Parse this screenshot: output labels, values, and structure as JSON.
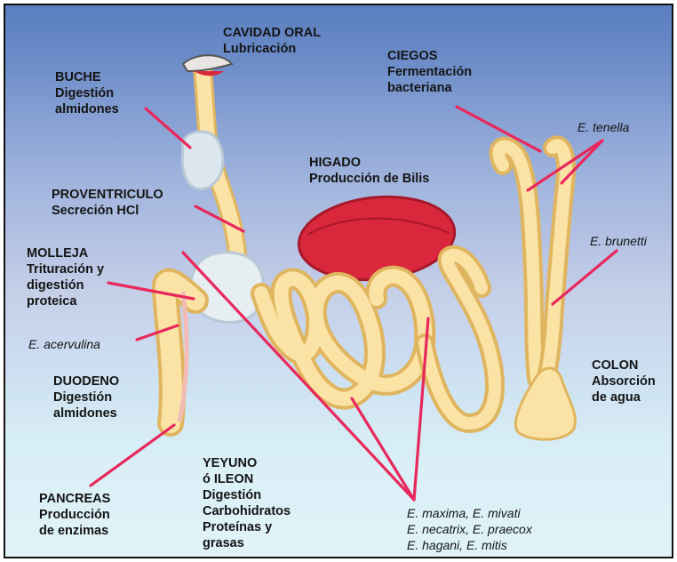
{
  "labels": {
    "cavidad_oral": {
      "title": "CAVIDAD ORAL",
      "lines": [
        "Lubricación"
      ]
    },
    "buche": {
      "title": "BUCHE",
      "lines": [
        "Digestión",
        "almidones"
      ]
    },
    "ciegos": {
      "title": "CIEGOS",
      "lines": [
        "Fermentación",
        "bacteriana"
      ]
    },
    "higado": {
      "title": "HIGADO",
      "lines": [
        "Producción de Bilis"
      ]
    },
    "proventriculo": {
      "title": "PROVENTRICULO",
      "lines": [
        "Secreción HCl"
      ]
    },
    "molleja": {
      "title": "MOLLEJA",
      "lines": [
        "Trituración y",
        "digestión",
        "proteica"
      ]
    },
    "duodeno": {
      "title": "DUODENO",
      "lines": [
        "Digestión",
        "almidones"
      ]
    },
    "colon": {
      "title": "COLON",
      "lines": [
        "Absorción",
        "de agua"
      ]
    },
    "pancreas": {
      "title": "PANCREAS",
      "lines": [
        "Producción",
        "de enzimas"
      ]
    },
    "yeyuno": {
      "title": "YEYUNO",
      "lines": [
        "ó ILEON",
        "Digestión",
        "Carbohidratos",
        "Proteínas y",
        "grasas"
      ]
    }
  },
  "species": {
    "tenella": "E. tenella",
    "brunetti": "E. brunetti",
    "acervulina": "E. acervulina",
    "group": [
      "E. maxima, E. mivati",
      "E. necatrix, E. praecox",
      "E. hagani, E. mitis"
    ]
  },
  "colors": {
    "organ_fill": "#fbe3a6",
    "organ_outline": "#e0b560",
    "liver": "#d9283c",
    "pointer": "#e8285c",
    "background_top": "#5a7ebf",
    "background_bottom": "#e0f3f8"
  }
}
